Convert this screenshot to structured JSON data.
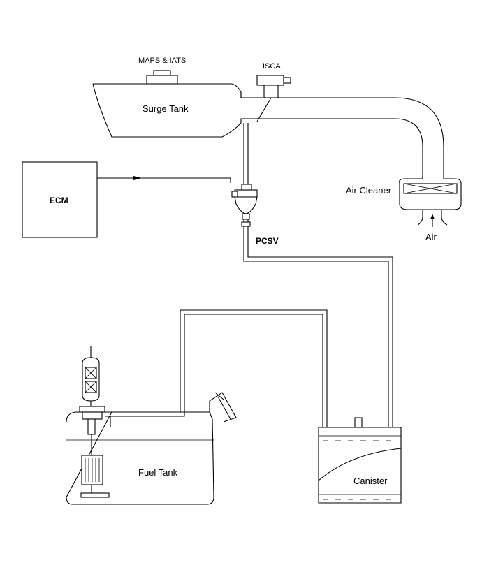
{
  "labels": {
    "maps_iats": "MAPS & IATS",
    "isca": "ISCA",
    "surge_tank": "Surge Tank",
    "ecm": "ECM",
    "air_cleaner": "Air Cleaner",
    "air": "Air",
    "pcsv": "PCSV",
    "fuel_tank": "Fuel Tank",
    "canister": "Canister"
  }
}
